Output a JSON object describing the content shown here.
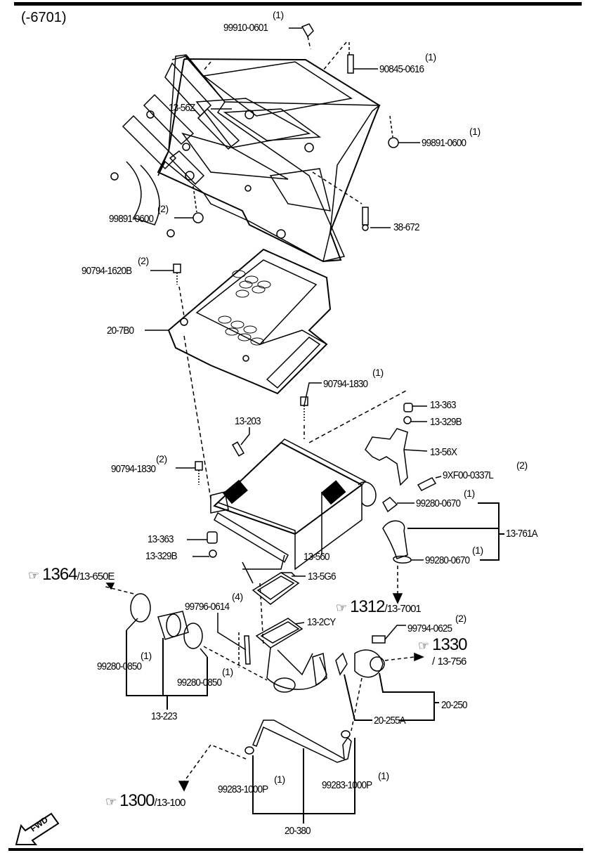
{
  "header": {
    "code": "(-6701)"
  },
  "parts": {
    "p99910_0601": {
      "num": "99910-0601",
      "qty": "(1)"
    },
    "p90845_0616": {
      "num": "90845-0616",
      "qty": "(1)"
    },
    "p13_56Z": {
      "num": "13-56Z"
    },
    "p99891_0600a": {
      "num": "99891-0600",
      "qty": "(1)"
    },
    "p99891_0600b": {
      "num": "99891-0600",
      "qty": "(2)"
    },
    "p38_672": {
      "num": "38-672"
    },
    "p90794_1620B": {
      "num": "90794-1620B",
      "qty": "(2)"
    },
    "p20_7B0": {
      "num": "20-7B0"
    },
    "p90794_1830a": {
      "num": "90794-1830",
      "qty": "(1)"
    },
    "p13_363a": {
      "num": "13-363"
    },
    "p13_329Ba": {
      "num": "13-329B"
    },
    "p13_203": {
      "num": "13-203"
    },
    "p13_56X": {
      "num": "13-56X"
    },
    "p90794_1830b": {
      "num": "90794-1830",
      "qty": "(2)"
    },
    "p9XF00_0337L": {
      "num": "9XF00-0337L",
      "qty": "(2)"
    },
    "p99280_0670a": {
      "num": "99280-0670",
      "qty": "(1)"
    },
    "p13_761A": {
      "num": "13-761A"
    },
    "p13_363b": {
      "num": "13-363"
    },
    "p13_329Bb": {
      "num": "13-329B"
    },
    "p13_560": {
      "num": "13-560"
    },
    "p99280_0670b": {
      "num": "99280-0670",
      "qty": "(1)"
    },
    "p13_5G6": {
      "num": "13-5G6"
    },
    "p99796_0614": {
      "num": "99796-0614",
      "qty": "(4)"
    },
    "p13_2CY": {
      "num": "13-2CY"
    },
    "p99794_0625": {
      "num": "99794-0625",
      "qty": "(2)"
    },
    "p99280_0850a": {
      "num": "99280-0850",
      "qty": "(1)"
    },
    "p99280_0850b": {
      "num": "99280-0850",
      "qty": "(1)"
    },
    "p20_250": {
      "num": "20-250"
    },
    "p13_223": {
      "num": "13-223"
    },
    "p20_255A": {
      "num": "20-255A"
    },
    "p99283_1000Pa": {
      "num": "99283-1000P",
      "qty": "(1)"
    },
    "p99283_1000Pb": {
      "num": "99283-1000P",
      "qty": "(1)"
    },
    "p20_380": {
      "num": "20-380"
    }
  },
  "references": {
    "r1364": {
      "group": "1364",
      "sep": "/",
      "part": "13-650E"
    },
    "r1312": {
      "group": "1312",
      "sep": "/",
      "part": "13-7001"
    },
    "r1330": {
      "group": "1330",
      "sep": "/",
      "part": "13-756"
    },
    "r1300": {
      "group": "1300",
      "sep": "/",
      "part": "13-100"
    }
  },
  "reference_icon": "pointing-hand-icon",
  "fwd": {
    "label": "FWD"
  }
}
